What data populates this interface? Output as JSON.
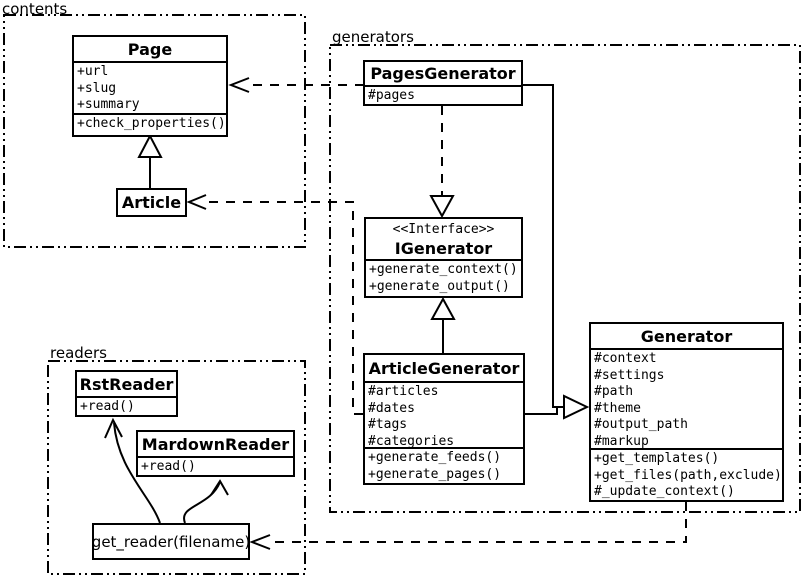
{
  "packages": {
    "contents": {
      "label": "contents"
    },
    "generators": {
      "label": "generators"
    },
    "readers": {
      "label": "readers"
    }
  },
  "classes": {
    "page": {
      "title": "Page",
      "attrs": [
        "+url",
        "+slug",
        "+summary"
      ],
      "methods": [
        "+check_properties()"
      ]
    },
    "article": {
      "title": "Article"
    },
    "pages_generator": {
      "title": "PagesGenerator",
      "attrs": [
        "#pages"
      ]
    },
    "igenerator": {
      "stereotype": "<<Interface>>",
      "title": "IGenerator",
      "methods": [
        "+generate_context()",
        "+generate_output()"
      ]
    },
    "article_generator": {
      "title": "ArticleGenerator",
      "attrs": [
        "#articles",
        "#dates",
        "#tags",
        "#categories"
      ],
      "methods": [
        "+generate_feeds()",
        "+generate_pages()"
      ]
    },
    "generator": {
      "title": "Generator",
      "attrs": [
        "#context",
        "#settings",
        "#path",
        "#theme",
        "#output_path",
        "#markup"
      ],
      "methods": [
        "+get_templates()",
        "+get_files(path,exclude)",
        "#_update_context()"
      ]
    },
    "rst_reader": {
      "title": "RstReader",
      "methods": [
        "+read()"
      ]
    },
    "markdown_reader": {
      "title": "MardownReader",
      "methods": [
        "+read()"
      ]
    },
    "get_reader": {
      "label": "get_reader(filename)"
    }
  },
  "edges": [
    {
      "from": "Article",
      "to": "Page",
      "type": "inheritance"
    },
    {
      "from": "PagesGenerator",
      "to": "Page",
      "type": "dependency"
    },
    {
      "from": "ArticleGenerator",
      "to": "Article",
      "type": "dependency"
    },
    {
      "from": "PagesGenerator",
      "to": "IGenerator",
      "type": "realization"
    },
    {
      "from": "ArticleGenerator",
      "to": "IGenerator",
      "type": "inheritance"
    },
    {
      "from": "PagesGenerator",
      "to": "Generator",
      "type": "inheritance"
    },
    {
      "from": "ArticleGenerator",
      "to": "Generator",
      "type": "inheritance"
    },
    {
      "from": "Generator",
      "to": "get_reader(filename)",
      "type": "dependency"
    },
    {
      "from": "get_reader(filename)",
      "to": "RstReader",
      "type": "association"
    },
    {
      "from": "get_reader(filename)",
      "to": "MardownReader",
      "type": "association"
    }
  ],
  "colors": {
    "line": "#000000",
    "background": "#ffffff"
  }
}
